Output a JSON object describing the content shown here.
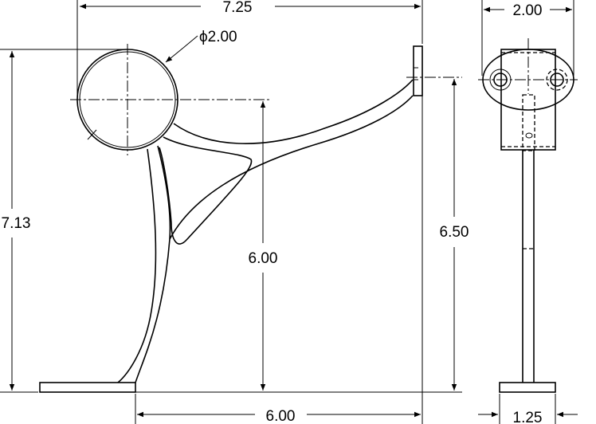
{
  "dimensions": {
    "overall_width": "7.25",
    "overall_height": "7.13",
    "tube_diameter": "ϕ2.00",
    "center_height": "6.00",
    "wall_height": "6.50",
    "base_offset": "6.00",
    "side_width": "2.00",
    "side_base_width": "1.25"
  }
}
